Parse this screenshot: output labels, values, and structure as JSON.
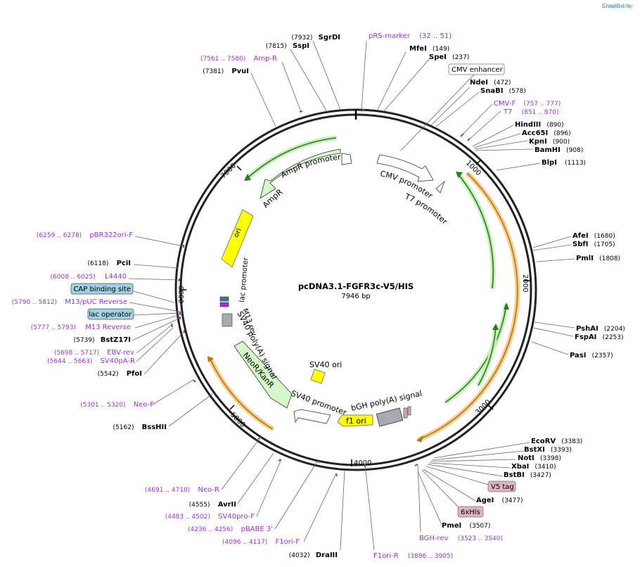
{
  "app": {
    "credit_prefix": "Created by",
    "credit_brand": "SnapGene"
  },
  "plasmid": {
    "name": "pcDNA3.1-FGFR3c-V5/HIS",
    "length_label": "7946 bp"
  },
  "colors": {
    "enzyme": "#000000",
    "primer": "#9b30d9",
    "misc_label": "#000000",
    "gene_green": "#d6f7c9",
    "gene_outline": "#2a8f2a",
    "ori_yellow": "#ffff00",
    "orange_arc": "#e8a33a",
    "gray_feature": "#a7aab0"
  },
  "ticks": {
    "t1000": "1000",
    "t2000": "2000",
    "t3000": "3000",
    "t4000": "4000",
    "t5000": "5000",
    "t6000": "6000",
    "t7000": "7000"
  },
  "inner_labels": {
    "ampr_promoter": "AmpR promoter",
    "ampr": "AmpR",
    "ori": "ori",
    "cmv_promoter": "CMV promoter",
    "t7_promoter": "T7 promoter",
    "lac_promoter": "lac promoter",
    "m13_rev": "M13 rev",
    "sv40_polya": "SV40 poly(A) signal",
    "neor_kanr": "NeoR/KanR",
    "sv40_ori": "SV40 ori",
    "sv40_promoter": "SV40 promoter",
    "f1_ori": "f1 ori",
    "bgh_polya": "bGH poly(A) signal"
  },
  "right_labels": [
    {
      "pos": "(32 .. 51)",
      "name": "pRS-marker",
      "kind": "primer"
    },
    {
      "name": "MfeI",
      "pos": "(149)",
      "kind": "enzyme"
    },
    {
      "name": "SpeI",
      "pos": "(237)",
      "kind": "enzyme"
    },
    {
      "name": "CMV enhancer",
      "kind": "box"
    },
    {
      "name": "NdeI",
      "pos": "(472)",
      "kind": "enzyme"
    },
    {
      "name": "SnaBI",
      "pos": "(578)",
      "kind": "enzyme"
    },
    {
      "name": "CMV-F",
      "pos": "(757 .. 777)",
      "kind": "primer"
    },
    {
      "name": "T7",
      "pos": "(851 .. 870)",
      "kind": "primer"
    },
    {
      "name": "HindIII",
      "pos": "(890)",
      "kind": "enzyme"
    },
    {
      "name": "Acc65I",
      "pos": "(896)",
      "kind": "enzyme"
    },
    {
      "name": "KpnI",
      "pos": "(900)",
      "kind": "enzyme"
    },
    {
      "name": "BamHI",
      "pos": "(908)",
      "kind": "enzyme"
    },
    {
      "name": "BlpI",
      "pos": "(1113)",
      "kind": "enzyme"
    },
    {
      "name": "AfeI",
      "pos": "(1680)",
      "kind": "enzyme"
    },
    {
      "name": "SbfI",
      "pos": "(1705)",
      "kind": "enzyme"
    },
    {
      "name": "PmlI",
      "pos": "(1808)",
      "kind": "enzyme"
    },
    {
      "name": "PshAI",
      "pos": "(2204)",
      "kind": "enzyme"
    },
    {
      "name": "FspAI",
      "pos": "(2253)",
      "kind": "enzyme"
    },
    {
      "name": "PasI",
      "pos": "(2357)",
      "kind": "enzyme"
    },
    {
      "name": "EcoRV",
      "pos": "(3383)",
      "kind": "enzyme"
    },
    {
      "name": "BstXI",
      "pos": "(3393)",
      "kind": "enzyme"
    },
    {
      "name": "NotI",
      "pos": "(3398)",
      "kind": "enzyme"
    },
    {
      "name": "XbaI",
      "pos": "(3410)",
      "kind": "enzyme"
    },
    {
      "name": "BstBI",
      "pos": "(3427)",
      "kind": "enzyme"
    },
    {
      "name": "V5 tag",
      "kind": "pinkbox"
    },
    {
      "name": "AgeI",
      "pos": "(3477)",
      "kind": "enzyme"
    },
    {
      "name": "6xHis",
      "kind": "pinkbox"
    },
    {
      "name": "PmeI",
      "pos": "(3507)",
      "kind": "enzyme"
    },
    {
      "name": "BGH-rev",
      "pos": "(3523 .. 3540)",
      "kind": "primer"
    },
    {
      "name": "F1ori-R",
      "pos": "(3886 .. 3905)",
      "kind": "primer"
    }
  ],
  "left_labels": [
    {
      "pos": "(7932)",
      "name": "SgrDI",
      "kind": "enzyme"
    },
    {
      "pos": "(7815)",
      "name": "SspI",
      "kind": "enzyme"
    },
    {
      "pos": "(7561 .. 7580)",
      "name": "Amp-R",
      "kind": "primer"
    },
    {
      "pos": "(7381)",
      "name": "PvuI",
      "kind": "enzyme"
    },
    {
      "pos": "(6259 .. 6278)",
      "name": "pBR322ori-F",
      "kind": "primer"
    },
    {
      "pos": "(6118)",
      "name": "PciI",
      "kind": "enzyme"
    },
    {
      "pos": "(6008 .. 6025)",
      "name": "L4440",
      "kind": "primer"
    },
    {
      "name": "CAP binding site",
      "kind": "bluebox"
    },
    {
      "pos": "(5790 .. 5812)",
      "name": "M13/pUC Reverse",
      "kind": "primer"
    },
    {
      "name": "lac operator",
      "kind": "bluebox"
    },
    {
      "pos": "(5777 .. 5793)",
      "name": "M13 Reverse",
      "kind": "primer"
    },
    {
      "pos": "(5739)",
      "name": "BstZ17I",
      "kind": "enzyme"
    },
    {
      "pos": "(5698 .. 5717)",
      "name": "EBV-rev",
      "kind": "primer"
    },
    {
      "pos": "(5644 .. 5663)",
      "name": "SV40pA-R",
      "kind": "primer"
    },
    {
      "pos": "(5542)",
      "name": "PfoI",
      "kind": "enzyme"
    },
    {
      "pos": "(5301 .. 5320)",
      "name": "Neo-F",
      "kind": "primer"
    },
    {
      "pos": "(5162)",
      "name": "BssHII",
      "kind": "enzyme"
    },
    {
      "pos": "(4691 .. 4710)",
      "name": "Neo-R",
      "kind": "primer"
    },
    {
      "pos": "(4555)",
      "name": "AvrII",
      "kind": "enzyme"
    },
    {
      "pos": "(4483 .. 4502)",
      "name": "SV40pro-F",
      "kind": "primer"
    },
    {
      "pos": "(4236 .. 4256)",
      "name": "pBABE 3'",
      "kind": "primer"
    },
    {
      "pos": "(4096 .. 4117)",
      "name": "F1ori-F",
      "kind": "primer"
    },
    {
      "pos": "(4032)",
      "name": "DraIII",
      "kind": "enzyme"
    }
  ]
}
